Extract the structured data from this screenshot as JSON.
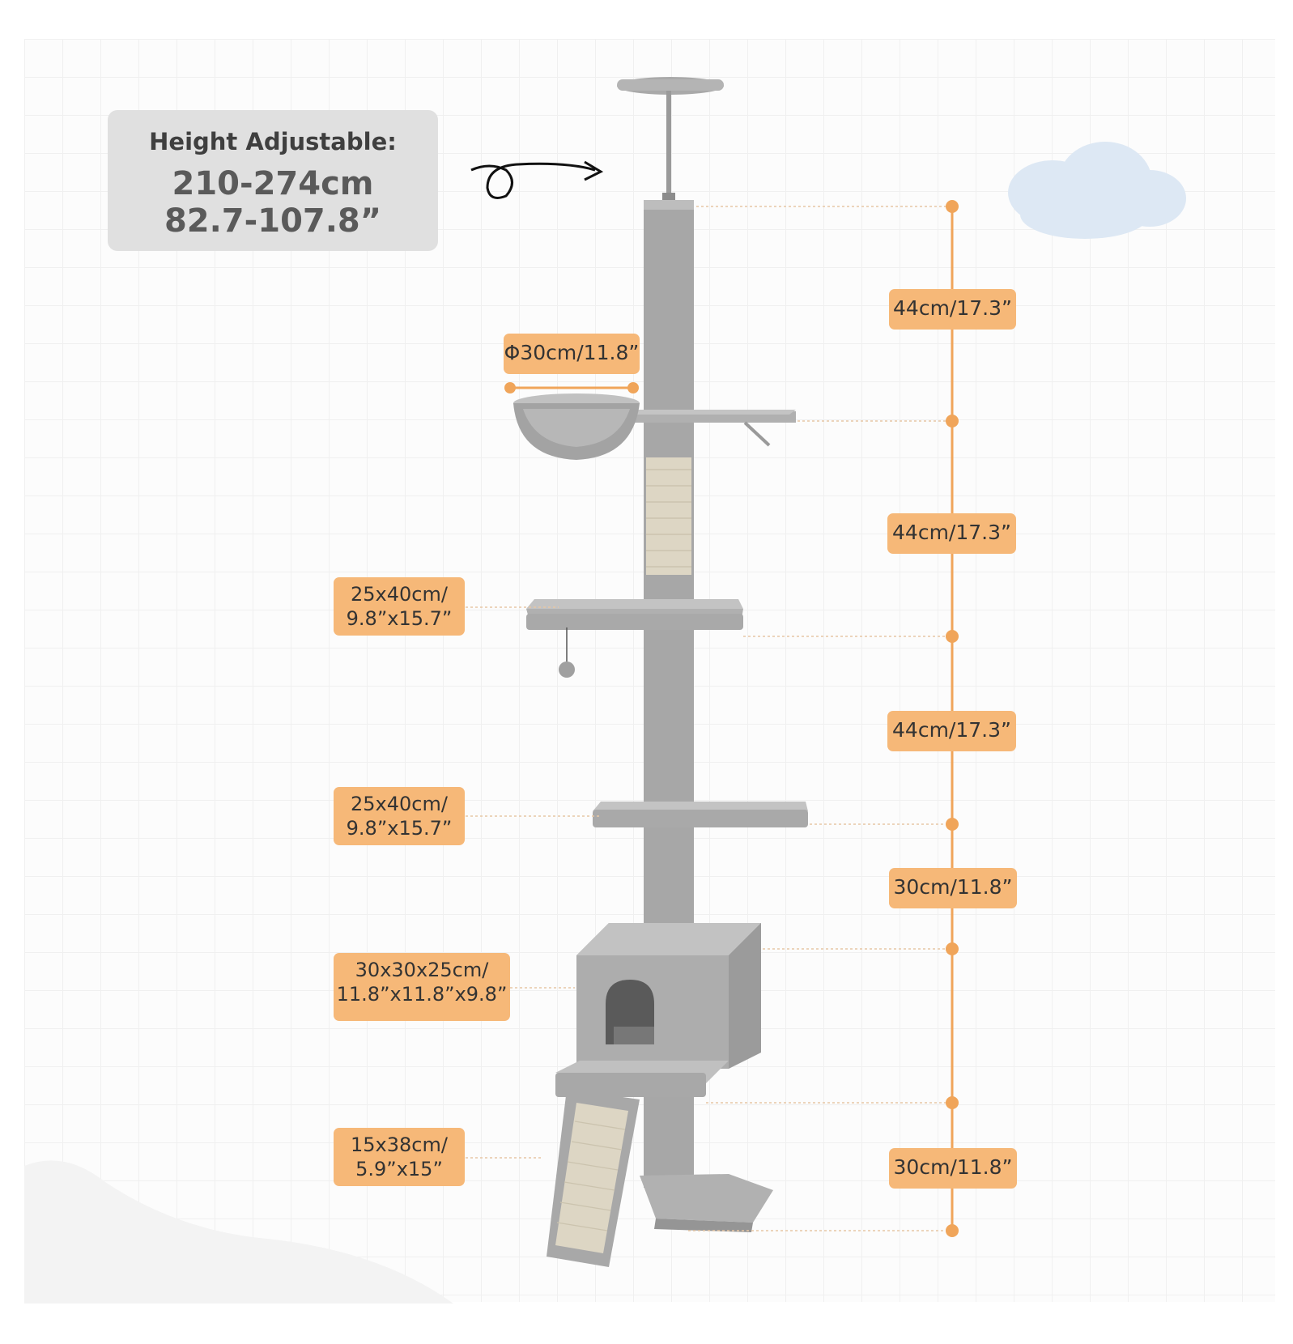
{
  "callout": {
    "title": "Height Adjustable:",
    "metric": "210-274cm",
    "imperial": "82.7-107.8”"
  },
  "heights": [
    {
      "id": "h1",
      "label": "44cm/17.3”"
    },
    {
      "id": "h2",
      "label": "44cm/17.3”"
    },
    {
      "id": "h3",
      "label": "44cm/17.3”"
    },
    {
      "id": "h4",
      "label": "30cm/11.8”"
    },
    {
      "id": "h5",
      "label": "30cm/11.8”"
    }
  ],
  "parts": {
    "basket_diameter": "Φ30cm/11.8”",
    "platform_upper": {
      "line1": "25x40cm/",
      "line2": "9.8”x15.7”"
    },
    "platform_lower": {
      "line1": "25x40cm/",
      "line2": "9.8”x15.7”"
    },
    "condo": {
      "line1": "30x30x25cm/",
      "line2": "11.8”x11.8”x9.8”"
    },
    "ramp": {
      "line1": "15x38cm/",
      "line2": "5.9”x15”"
    }
  },
  "colors": {
    "accent": "#f6b878",
    "dimension_line": "#f0a55a",
    "plush_gray": "#a8a8a8",
    "sisal": "#ddd6c4"
  }
}
